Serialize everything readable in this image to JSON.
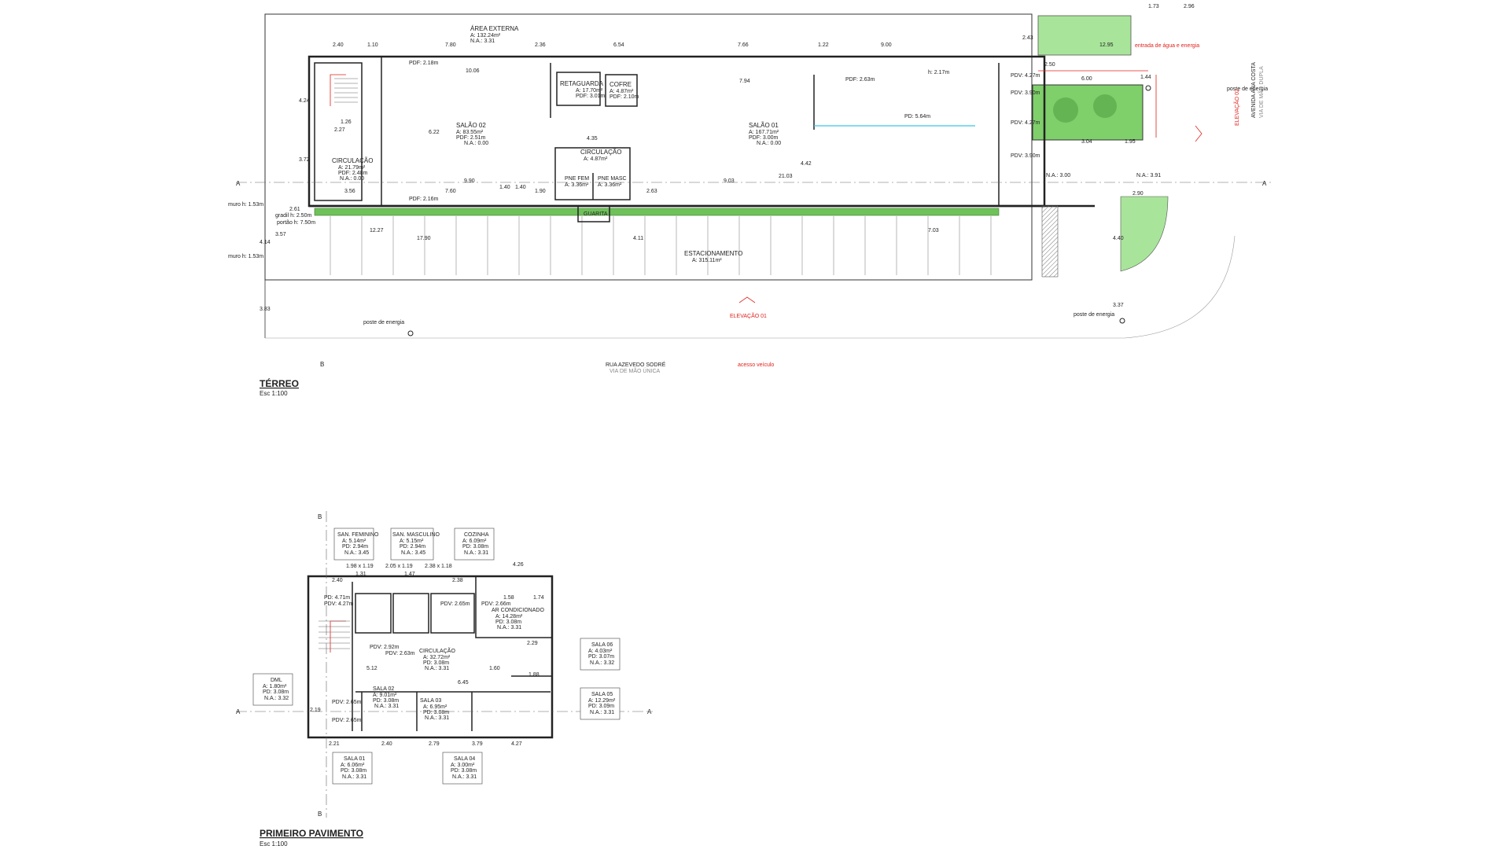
{
  "drawing": {
    "terreo": {
      "title": "TÉRREO",
      "scale": "Esc 1:100",
      "street": "RUA AZEVEDO SODRÉ",
      "street_note": "VIA DE MÃO ÚNICA",
      "avenue": "AVENIDA ANA COSTA",
      "avenue_note": "VIA DE MÃO DUPLA",
      "access": "acesso veículo",
      "elevation_1": "ELEVAÇÃO 01",
      "elevation_2": "ELEVAÇÃO 02",
      "energy_post": "poste de energia",
      "water_entry": "entrada de água e energia",
      "areas": {
        "area_externa": {
          "name": "ÁREA EXTERNA",
          "area": "A: 132.24m²",
          "na": "N.A.: 3.31"
        },
        "salao_02": {
          "name": "SALÃO 02",
          "area": "A: 83.55m²",
          "pdf": "PDF: 2.51m",
          "na": "N.A.: 0.00"
        },
        "salao_01": {
          "name": "SALÃO 01",
          "area": "A: 167.71m²",
          "pdf": "PDF: 3.00m",
          "na": "N.A.: 0.00"
        },
        "retaguarda": {
          "name": "RETAGUARDA",
          "area": "A: 17.70m²",
          "pdf": "PDF: 3.01m"
        },
        "cofre": {
          "name": "COFRE",
          "area": "A: 4.87m²",
          "pdf": "PDF: 2.10m"
        },
        "circulacao_a": {
          "name": "CIRCULAÇÃO",
          "area": "A: 21.79m²",
          "pdf": "PDF: 2.48m",
          "na": "N.A.: 0.00"
        },
        "circulacao_b": {
          "name": "CIRCULAÇÃO",
          "area": "A: 4.87m²"
        },
        "pne_fem": {
          "name": "PNE FEM",
          "area": "A: 3.36m²"
        },
        "pne_masc": {
          "name": "PNE MASC",
          "area": "A: 3.36m²"
        },
        "guarita": {
          "name": "GUARITA"
        },
        "estacionamento": {
          "name": "ESTACIONAMENTO",
          "area": "A: 315.11m²"
        }
      },
      "dims": {
        "d1": "2.40",
        "d2": "1.10",
        "d3": "7.80",
        "d4": "2.36",
        "d5": "6.54",
        "d6": "7.66",
        "d7": "1.22",
        "d8": "9.00",
        "d9": "10.06",
        "d10": "6.22",
        "d11": "4.35",
        "d12": "7.94",
        "d13": "9.90",
        "d14": "7.60",
        "d15": "1.40",
        "d16": "1.90",
        "d17": "2.63",
        "d18": "9.03",
        "d19": "12.27",
        "d20": "17.90",
        "d21": "21.03",
        "d22": "7.03",
        "d23": "12.95",
        "d24": "6.00",
        "d25": "2.50",
        "d26": "1.44",
        "d27": "3.04",
        "d28": "2.90",
        "d29": "4.40",
        "d30": "3.37",
        "d31": "1.73",
        "d32": "2.96",
        "d33": "4.24",
        "d34": "2.27",
        "d35": "1.26",
        "d36": "3.72",
        "d37": "3.56",
        "d38": "2.61",
        "d39": "4.14",
        "d40": "3.57",
        "d41": "3.83",
        "d42": "4.11",
        "d43": "4.42",
        "d44": "2.43",
        "d45": "1.40",
        "d46": "1.95"
      },
      "notes": {
        "pdf1": "PDF: 2.18m",
        "pdf2": "PDF: 2.16m",
        "pdf3": "PDF: 2.63m",
        "pd": "PD: 5.64m",
        "pdv1": "PDV: 4.27m",
        "pdv2": "PDV: 3.90m",
        "pdv3": "PDV: 4.27m",
        "pdv4": "PDV: 3.90m",
        "na1": "N.A.: 3.00",
        "na2": "N.A.: 3.91",
        "muro1": "muro h: 1.53m",
        "muro2": "muro h: 1.53m",
        "h": "h: 2.17m",
        "gradil": "gradil h: 2.50m",
        "portao": "portão h: 7.50m"
      }
    },
    "primeiro": {
      "title": "PRIMEIRO PAVIMENTO",
      "scale": "Esc 1:100",
      "tags": {
        "san_fem": {
          "name": "SAN. FEMININO",
          "area": "A: 5.14m²",
          "pd": "PD: 2.94m",
          "na": "N.A.: 3.45"
        },
        "san_masc": {
          "name": "SAN. MASCULINO",
          "area": "A: 5.15m²",
          "pd": "PD: 2.94m",
          "na": "N.A.: 3.45"
        },
        "cozinha": {
          "name": "COZINHA",
          "area": "A: 6.09m²",
          "pd": "PD: 3.08m",
          "na": "N.A.: 3.31"
        },
        "sala_06": {
          "name": "SALA 06",
          "area": "A: 4.03m²",
          "pd": "PD: 3.07m",
          "na": "N.A.: 3.32"
        },
        "sala_05": {
          "name": "SALA 05",
          "area": "A: 12.29m²",
          "pd": "PD: 3.09m",
          "na": "N.A.: 3.31"
        },
        "dml": {
          "name": "DML",
          "area": "A: 1.80m²",
          "pd": "PD: 3.08m",
          "na": "N.A.: 3.32"
        },
        "sala_01": {
          "name": "SALA 01",
          "area": "A: 6.06m²",
          "pd": "PD: 3.08m",
          "na": "N.A.: 3.31"
        },
        "sala_04": {
          "name": "SALA 04",
          "area": "A: 3.00m²",
          "pd": "PD: 3.08m",
          "na": "N.A.: 3.31"
        }
      },
      "inner": {
        "ar": {
          "name": "AR CONDICIONADO",
          "area": "A: 14.28m²",
          "pd": "PD: 3.08m",
          "na": "N.A.: 3.31"
        },
        "circ": {
          "name": "CIRCULAÇÃO",
          "area": "A: 32.72m²",
          "pd": "PD: 3.08m",
          "na": "N.A.: 3.31"
        },
        "sala_02": {
          "name": "SALA 02",
          "area": "A: 9.01m²",
          "pd": "PD: 3.08m",
          "na": "N.A.: 3.31"
        },
        "sala_03": {
          "name": "SALA 03",
          "area": "A: 6.95m²",
          "pd": "PD: 3.08m",
          "na": "N.A.: 3.31"
        }
      },
      "dims": {
        "a1": "2.40",
        "a2": "1.31",
        "a3": "1.47",
        "a4": "2.38",
        "a5": "4.26",
        "a6": "2.21",
        "a7": "2.40",
        "a8": "2.79",
        "a9": "3.79",
        "a10": "4.27",
        "a11": "1.58",
        "a12": "1.74",
        "a13": "6.45",
        "a14": "5.12",
        "a15": "1.60",
        "a16": "2.29",
        "a17": "1.88",
        "a18": "2.19",
        "a19": "1.98 x 1.19",
        "a20": "2.05 x 1.19",
        "a21": "2.38 x 1.18",
        "pdv1": "PDV: 2.65m",
        "pdv2": "PDV: 2.66m",
        "pdv3": "PDV: 2.92m",
        "pdv4": "PDV: 2.63m",
        "pdv5": "PDV: 2.65m",
        "pdv6": "PDV: 2.65m",
        "pd1": "PD: 4.71m",
        "pdv7": "PDV: 4.27m"
      }
    },
    "cut_labels": {
      "a": "A",
      "b": "B"
    }
  }
}
